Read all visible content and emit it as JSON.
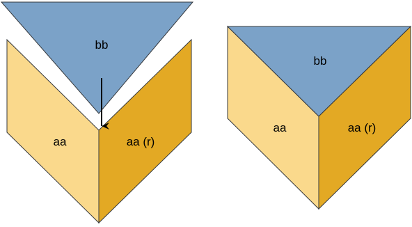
{
  "colors": {
    "blue": "#7ba2c8",
    "light_yellow": "#fad98c",
    "dark_yellow": "#e3a924",
    "stroke": "#36393d",
    "arrow": "#000000"
  },
  "left_figure": {
    "top_label": "bb",
    "left_label": "aa",
    "right_label": "aa (r)"
  },
  "right_figure": {
    "top_label": "bb",
    "left_label": "aa",
    "right_label": "aa (r)"
  }
}
